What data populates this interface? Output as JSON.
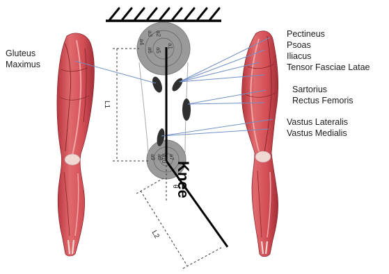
{
  "colors": {
    "muscle": "#d9545a",
    "muscle_dark": "#9c2c33",
    "muscle_light": "#f0a4a4",
    "tendon": "#f1d8d3",
    "joint_fill": "#9a9a9a",
    "joint_ring": "#6b6b6b",
    "attach_fill": "#2f2f2f",
    "connector": "#6f8fc7",
    "segment": "#000000",
    "dimension": "#333333"
  },
  "labels": {
    "left_muscle_1": "Gluteus",
    "left_muscle_2": "Maximus",
    "right_muscles": [
      "Pectineus",
      "Psoas",
      "Iliacus",
      "Tensor Fasciae Latae",
      "Sartorius",
      "Rectus Femoris",
      "Vastus Lateralis",
      "Vastus Medialis"
    ],
    "knee": "Knee",
    "thigh_length": "L1",
    "shank_length": "L2",
    "knee_angle": "θ"
  },
  "hip_joint_labels": [
    "a1",
    "a2",
    "a3",
    "a4",
    "a5",
    "a6"
  ],
  "knee_joint_labels": [
    "a7",
    "a8",
    "a9",
    "a10"
  ]
}
